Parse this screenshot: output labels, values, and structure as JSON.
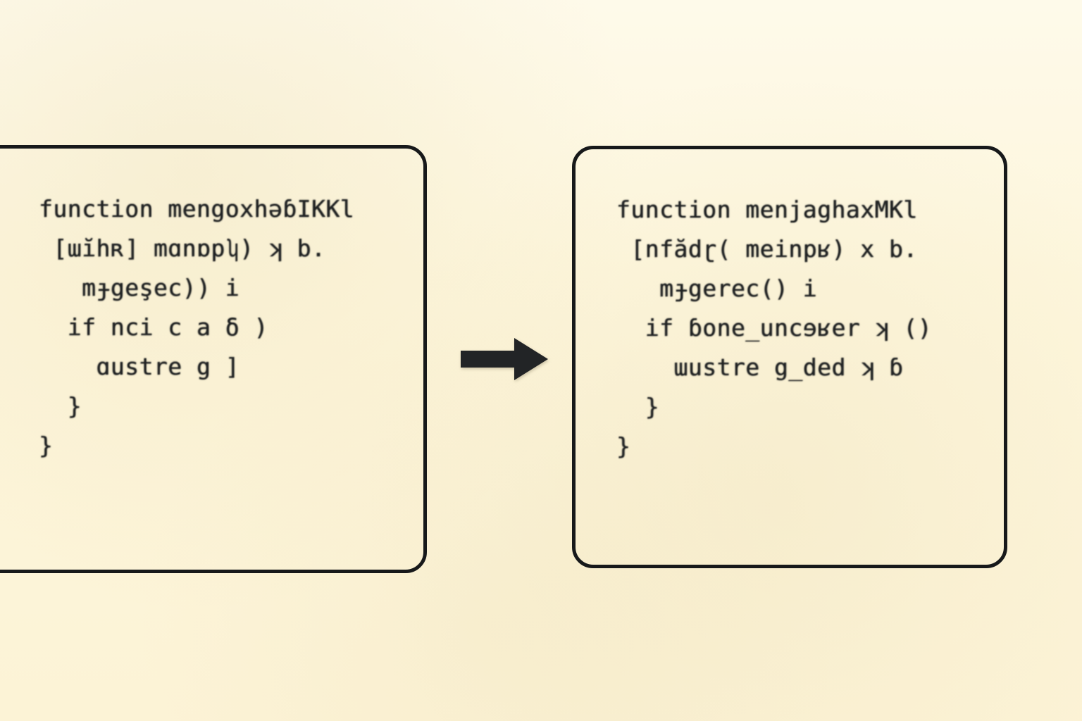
{
  "diagram": {
    "type": "before-after-code-comparison",
    "background_color": "#fdf6dd",
    "ink_color": "#17191a",
    "panel_border_color": "#17191a",
    "arrow_color": "#222426",
    "arrow_direction": "right",
    "arrow_icon": "right-block-arrow-icon"
  },
  "before_panel": {
    "lines": [
      "function mengoxhəɓIKKl",
      " [ɯĭhʀ] mɑnɒpʮ) ʞ b.",
      "   mɟgeşec)) i",
      "",
      "  if nci c a ẟ )",
      "    ɑustre g ]",
      "  }",
      "",
      "}"
    ]
  },
  "after_panel": {
    "lines": [
      "function menjaghaxMKl",
      " [nfădɽ( meinpʁ) x b.",
      "   mɟgerec() i",
      "",
      "  if ɓone_uncɘʁer ʞ ()",
      "    ɯustre g_ded ʞ ɓ",
      "  }",
      "",
      "}"
    ]
  }
}
